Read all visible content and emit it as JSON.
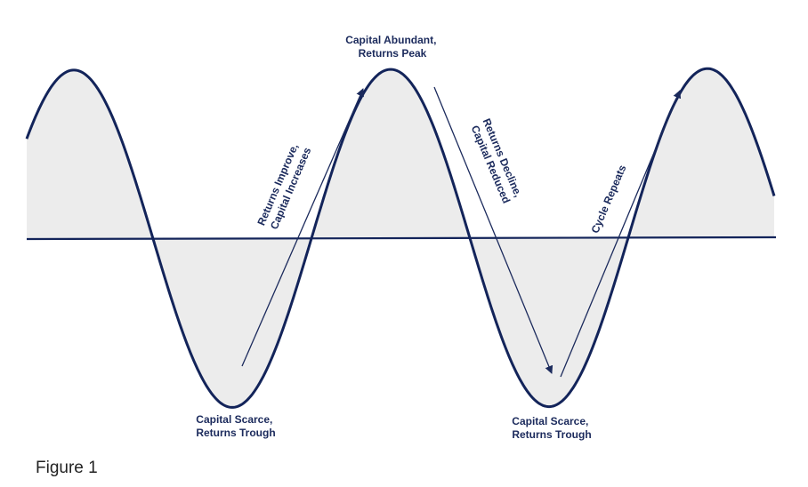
{
  "diagram": {
    "colors": {
      "wave": "#13245a",
      "axis": "#13245a",
      "fill": "#ececec",
      "arrow": "#1b2a5c",
      "text": "#1b2a5c"
    },
    "labels": {
      "peak": [
        "Capital Abundant,",
        "Returns Peak"
      ],
      "trough_1": [
        "Capital Scarce,",
        "Returns Trough"
      ],
      "trough_2": [
        "Capital Scarce,",
        "Returns Trough"
      ],
      "rise": [
        "Returns Improve,",
        "Capital Increases"
      ],
      "decline": [
        "Returns Decline,",
        "Capital Reduced"
      ],
      "repeat": "Cycle Repeats"
    }
  },
  "caption": "Figure 1"
}
